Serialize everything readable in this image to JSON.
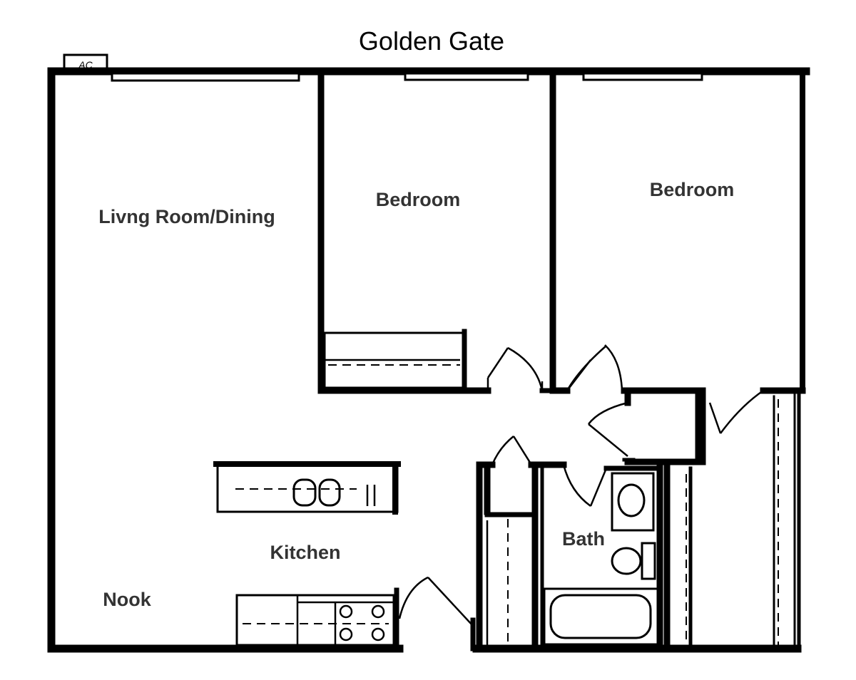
{
  "plan": {
    "title": "Golden Gate",
    "ac_label": "AC",
    "rooms": {
      "living": "Livng Room/Dining",
      "bedroom1": "Bedroom",
      "bedroom2": "Bedroom",
      "kitchen": "Kitchen",
      "nook": "Nook",
      "bath": "Bath"
    },
    "colors": {
      "wall": "#000000",
      "label": "#333333",
      "background": "#ffffff"
    }
  }
}
